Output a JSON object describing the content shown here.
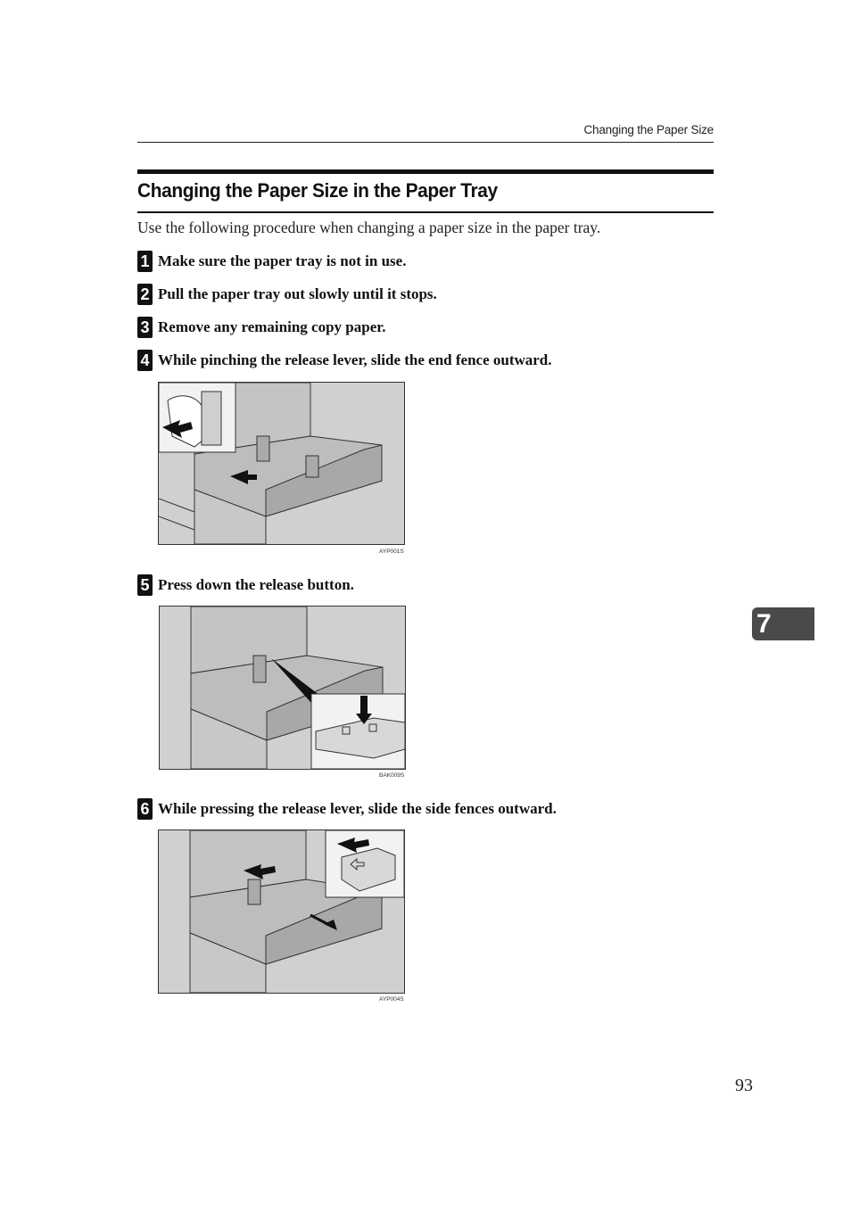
{
  "header": {
    "running_title": "Changing the Paper Size"
  },
  "section": {
    "title": "Changing the Paper Size in the Paper Tray",
    "intro": "Use the following procedure when changing a paper size in the paper tray."
  },
  "steps": [
    {
      "number": "1",
      "text": "Make sure the paper tray is not in use."
    },
    {
      "number": "2",
      "text": "Pull the paper tray out slowly until it stops."
    },
    {
      "number": "3",
      "text": "Remove any remaining copy paper."
    },
    {
      "number": "4",
      "text": "While pinching the release lever, slide the end fence outward."
    },
    {
      "number": "5",
      "text": "Press down the release button."
    },
    {
      "number": "6",
      "text": "While pressing the release lever, slide the side fences outward."
    }
  ],
  "figures": [
    {
      "code": "AYP001S"
    },
    {
      "code": "BAK009S"
    },
    {
      "code": "AYP004S"
    }
  ],
  "chapter_tab": "7",
  "page_number": "93"
}
